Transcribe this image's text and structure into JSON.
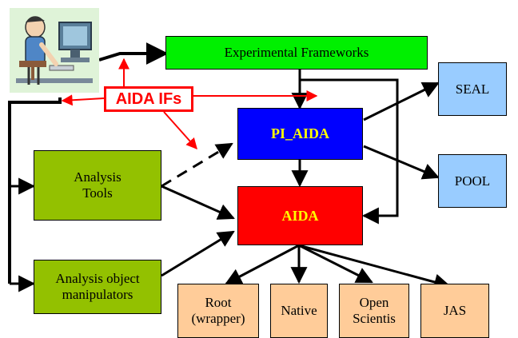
{
  "boxes": {
    "experimental_frameworks": "Experimental Frameworks",
    "pi_aida": "PI_AIDA",
    "aida": "AIDA",
    "seal": "SEAL",
    "pool": "POOL",
    "analysis_tools": "Analysis\nTools",
    "analysis_object_manipulators": "Analysis object\nmanipulators",
    "root_wrapper": "Root\n(wrapper)",
    "native": "Native",
    "open_scientist": "Open\nScientis",
    "jas": "JAS"
  },
  "callout": {
    "aida_ifs": "AIDA IFs"
  },
  "colors": {
    "frameworks": "#00f000",
    "analysis": "#93c100",
    "pi_aida": "#0000ff",
    "aida": "#ff0000",
    "seal_pool": "#99ccff",
    "implementations": "#ffcc99",
    "interface_arrows": "#ff0000"
  },
  "icons": {
    "user": "user-at-computer-icon"
  }
}
